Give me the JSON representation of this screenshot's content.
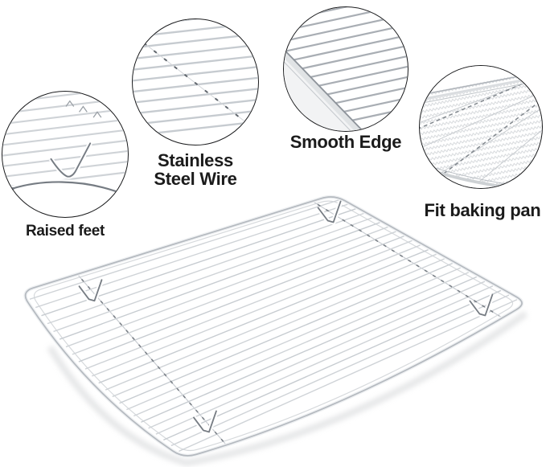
{
  "callouts": [
    {
      "id": "raised-feet",
      "label": "Raised feet"
    },
    {
      "id": "stainless-steel-wire",
      "line1": "Stainless",
      "line2": "Steel Wire"
    },
    {
      "id": "smooth-edge",
      "label": "Smooth Edge"
    },
    {
      "id": "fit-baking-pan",
      "label": "Fit baking pan"
    }
  ],
  "colors": {
    "text": "#1b1b1b",
    "circle_border": "#1a1b1d",
    "wire_light": "#cfd3d7",
    "wire_mid": "#a9aeb4",
    "support_bar": "#767c83",
    "frame": "#b4b9bf",
    "frame_inner": "#d6d9dc",
    "shadow": "#d4d6d8"
  }
}
